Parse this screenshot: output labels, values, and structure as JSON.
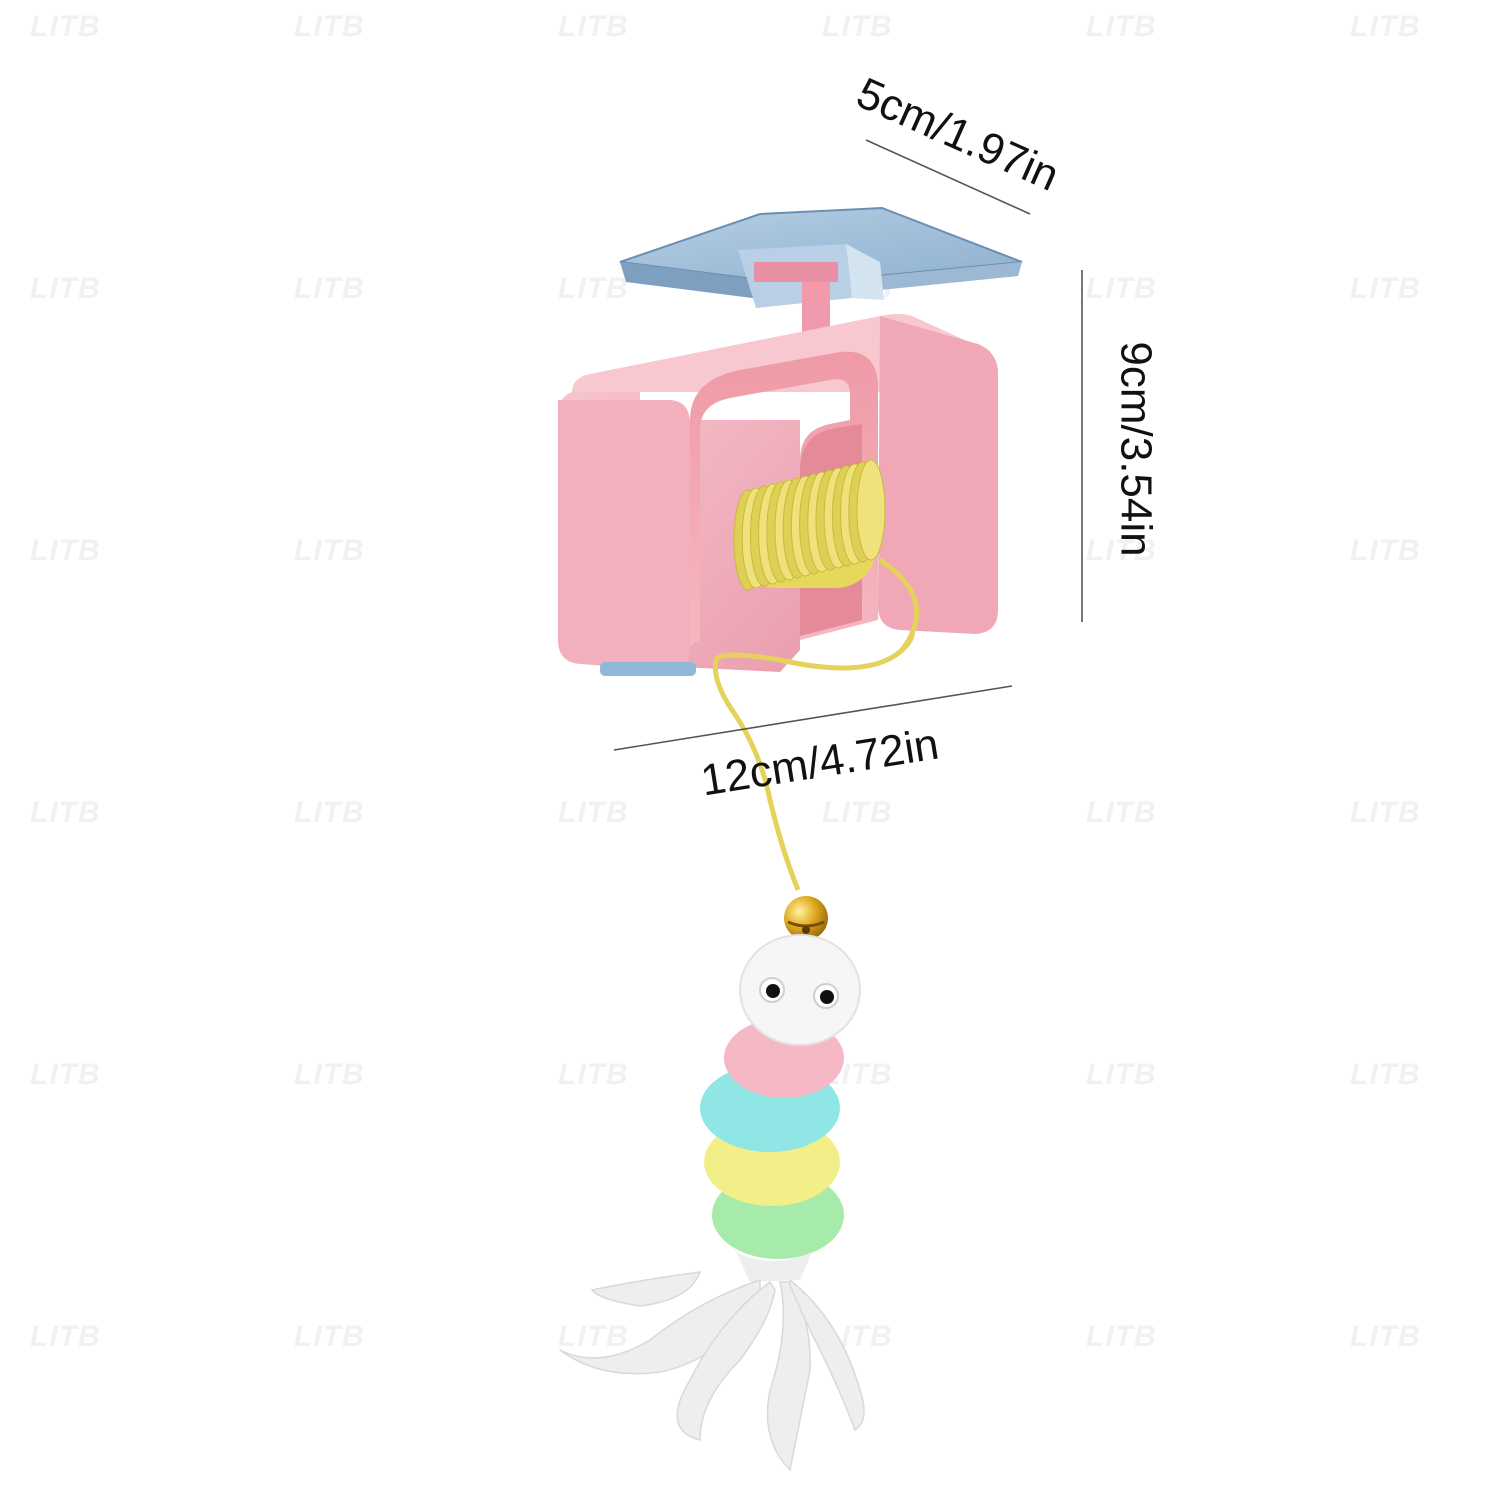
{
  "watermark": {
    "text": "LITB"
  },
  "dimensions": {
    "depth_label": "5cm/1.97in",
    "height_label": "9cm/3.54in",
    "width_label": "12cm/4.72in"
  },
  "colors": {
    "mount_plate": "#a8c4dc",
    "bracket_pink": "#f2b3bf",
    "spring_yellow": "#ecdf6a",
    "bell_gold": "#d9a420",
    "segment_pink": "#f4b6c2",
    "segment_cyan": "#8ee4e4",
    "segment_yellow": "#f3ee86",
    "segment_green": "#a8eaa0"
  }
}
